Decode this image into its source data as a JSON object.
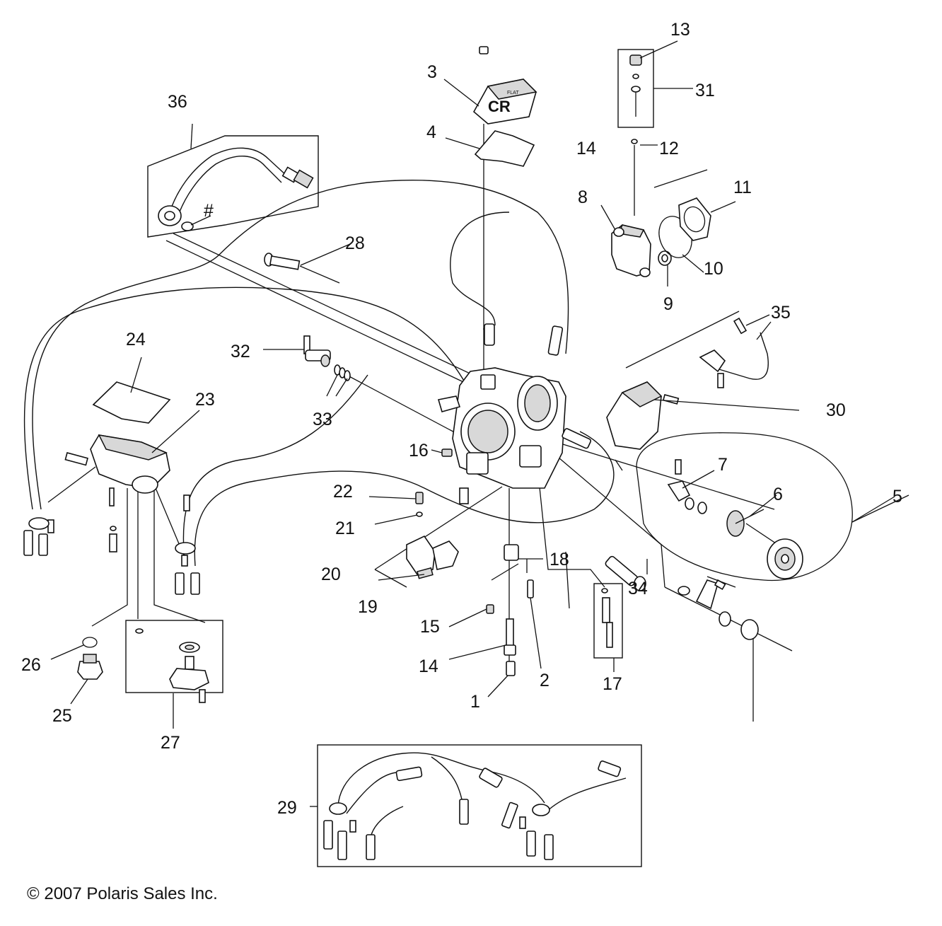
{
  "diagram": {
    "labels": [
      "1",
      "2",
      "3",
      "4",
      "5",
      "6",
      "7",
      "8",
      "9",
      "10",
      "11",
      "12",
      "13",
      "14",
      "15",
      "16",
      "17",
      "18",
      "19",
      "20",
      "21",
      "22",
      "23",
      "24",
      "25",
      "26",
      "27",
      "28",
      "29",
      "30",
      "31",
      "32",
      "33",
      "34",
      "35",
      "36"
    ],
    "label_14_second": "14",
    "hash_mark": "#",
    "cover_text": "CR",
    "cover_small_text": "FLAT",
    "copyright": "© 2007 Polaris Sales Inc."
  }
}
